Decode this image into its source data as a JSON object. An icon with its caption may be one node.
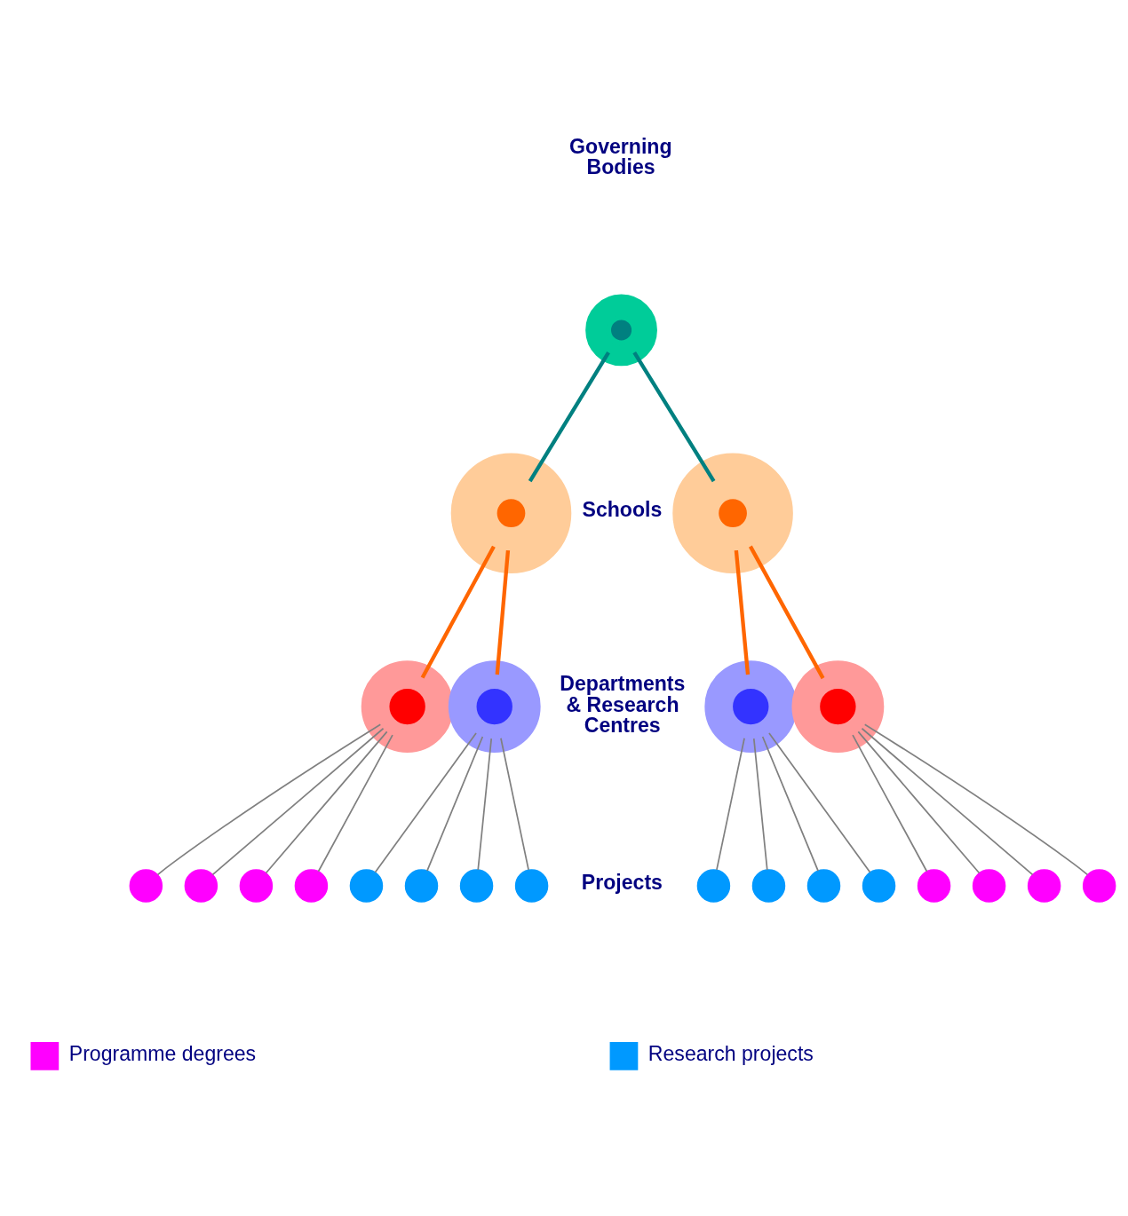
{
  "diagram": {
    "nodes": [
      {
        "text": [],
        "shape": "circle"
      },
      {
        "text": [],
        "shape": "circle"
      },
      {
        "text": [],
        "shape": "circle"
      },
      {
        "text": [],
        "shape": "circle"
      },
      {
        "text": [],
        "shape": "circle"
      },
      {
        "text": [],
        "shape": "circle"
      },
      {
        "text": [],
        "shape": "circle"
      },
      {
        "text": [],
        "shape": "circle"
      },
      {
        "text": [],
        "shape": "circle"
      },
      {
        "text": [],
        "shape": "circle"
      },
      {
        "text": [],
        "shape": "circle"
      },
      {
        "text": [],
        "shape": "circle"
      },
      {
        "text": [],
        "shape": "circle"
      },
      {
        "text": [],
        "shape": "circle"
      },
      {
        "text": [],
        "shape": "circle"
      },
      {
        "text": [],
        "shape": "circle"
      },
      {
        "text": [],
        "shape": "circle"
      },
      {
        "text": [],
        "shape": "circle"
      },
      {
        "text": [],
        "shape": "circle"
      },
      {
        "text": [],
        "shape": "circle"
      },
      {
        "text": [],
        "shape": "circle"
      },
      {
        "text": [],
        "shape": "circle"
      },
      {
        "text": [],
        "shape": "circle"
      }
    ],
    "edges": [
      {
        "from": 0,
        "to": 1,
        "arrow": "none",
        "style": "thick",
        "color": "#008080"
      },
      {
        "from": 0,
        "to": 2,
        "arrow": "none",
        "style": "thick",
        "color": "#008080"
      },
      {
        "from": 1,
        "to": 3,
        "arrow": "none",
        "style": "thick",
        "color": "#ff6600"
      },
      {
        "from": 1,
        "to": 4,
        "arrow": "none",
        "style": "thick",
        "color": "#ff6600"
      },
      {
        "from": 2,
        "to": 5,
        "arrow": "none",
        "style": "thick",
        "color": "#ff6600"
      },
      {
        "from": 2,
        "to": 6,
        "arrow": "none",
        "style": "thick",
        "color": "#ff6600"
      },
      {
        "from": 3,
        "to": 7,
        "arrow": "none"
      },
      {
        "from": 3,
        "to": 8,
        "arrow": "none"
      },
      {
        "from": 3,
        "to": 9,
        "arrow": "none"
      },
      {
        "from": 3,
        "to": 10,
        "arrow": "none"
      },
      {
        "from": 4,
        "to": 11,
        "arrow": "none"
      },
      {
        "from": 4,
        "to": 12,
        "arrow": "none"
      },
      {
        "from": 4,
        "to": 13,
        "arrow": "none"
      },
      {
        "from": 4,
        "to": 14,
        "arrow": "none"
      },
      {
        "from": 5,
        "to": 15,
        "arrow": "none"
      },
      {
        "from": 5,
        "to": 16,
        "arrow": "none"
      },
      {
        "from": 5,
        "to": 17,
        "arrow": "none"
      },
      {
        "from": 5,
        "to": 18,
        "arrow": "none"
      },
      {
        "from": 6,
        "to": 19,
        "arrow": "none"
      },
      {
        "from": 6,
        "to": 20,
        "arrow": "none"
      },
      {
        "from": 6,
        "to": 21,
        "arrow": "none"
      },
      {
        "from": 6,
        "to": 22,
        "arrow": "none"
      }
    ],
    "labels": [
      "Governing Bodies",
      "Schools",
      "Departments & Research Centres",
      "Projects"
    ],
    "legend": [
      {
        "text": "Programme degrees",
        "color": "#ff00ff"
      },
      {
        "text": "Research projects",
        "color": "#0099ff"
      }
    ]
  }
}
